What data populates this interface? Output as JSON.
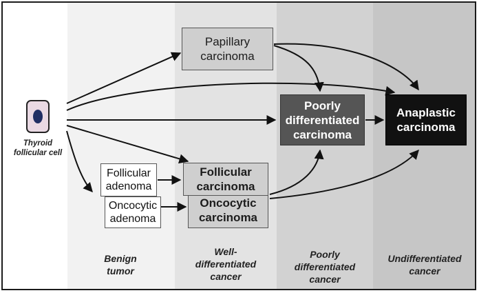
{
  "cell": {
    "label_line1": "Thyroid",
    "label_line2": "follicular cell"
  },
  "boxes": {
    "papillary": [
      "Papillary",
      "carcinoma"
    ],
    "follicular_adenoma": [
      "Follicular",
      "adenoma"
    ],
    "oncocytic_adenoma": [
      "Oncocytic",
      "adenoma"
    ],
    "follicular_carcinoma": [
      "Follicular",
      "carcinoma"
    ],
    "oncocytic_carcinoma": [
      "Oncocytic",
      "carcinoma"
    ],
    "poorly_differentiated": [
      "Poorly",
      "differentiated",
      "carcinoma"
    ],
    "anaplastic": [
      "Anaplastic",
      "carcinoma"
    ]
  },
  "stages": {
    "benign": [
      "Benign",
      "tumor"
    ],
    "well": [
      "Well-",
      "differentiated",
      "cancer"
    ],
    "poorly": [
      "Poorly",
      "differentiated",
      "cancer"
    ],
    "undifferentiated": [
      "Undifferentiated",
      "cancer"
    ]
  },
  "colors": {
    "band_benign": "#f2f2f2",
    "band_well": "#e3e3e3",
    "band_poorly": "#d2d2d2",
    "band_undifferentiated": "#c6c6c6",
    "cell_body": "#e9d9e3",
    "nucleus": "#1f2e63",
    "arrow": "#111111"
  }
}
